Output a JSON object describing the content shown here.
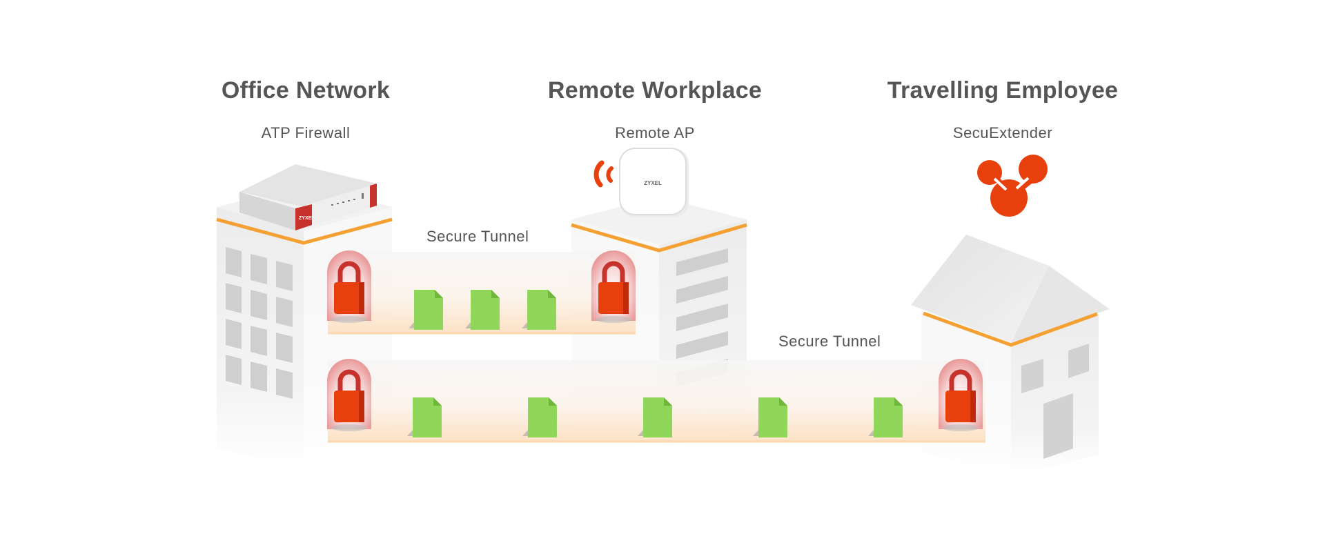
{
  "columns": [
    {
      "title": "Office Network",
      "device": "ATP Firewall"
    },
    {
      "title": "Remote Workplace",
      "device": "Remote AP"
    },
    {
      "title": "Travelling Employee",
      "device": "SecuExtender"
    }
  ],
  "tunnels": [
    {
      "label": "Secure Tunnel"
    },
    {
      "label": "Secure Tunnel"
    }
  ],
  "device_brand": "ZYXEL",
  "colors": {
    "accent_orange": "#f5a033",
    "lock_red": "#e8400c",
    "file_green": "#8fd65a",
    "text_gray": "#555555",
    "building_gray": "#efefef"
  },
  "icons": [
    "padlock-icon",
    "file-icon",
    "wifi-signal-icon",
    "connection-nodes-icon"
  ]
}
